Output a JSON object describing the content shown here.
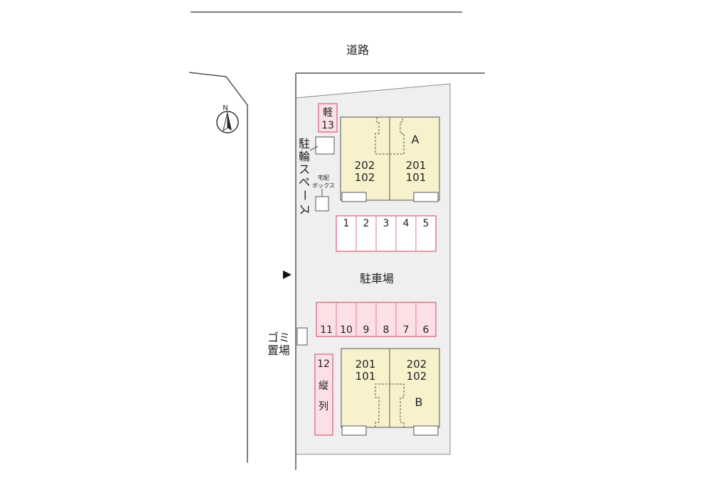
{
  "road_label": "道路",
  "north_label": "N",
  "kei_parking": {
    "line1": "軽",
    "line2": "13"
  },
  "bicycle_space_label": [
    "駐",
    "輪",
    "ス",
    "ペ",
    "ー",
    "ス"
  ],
  "delivery_box_label": {
    "line1": "宅配",
    "line2": "ボックス"
  },
  "parking_lot_label": "駐車場",
  "garbage_label": {
    "line1": "ゴミ",
    "line2": "置場"
  },
  "tandem_parking": {
    "number": "12",
    "line1": "縦",
    "line2": "列"
  },
  "top_slots": [
    "1",
    "2",
    "3",
    "4",
    "5"
  ],
  "bottom_slots": [
    "11",
    "10",
    "9",
    "8",
    "7",
    "6"
  ],
  "building_a": {
    "name": "A",
    "left_unit": {
      "upper": "202",
      "lower": "102"
    },
    "right_unit": {
      "upper": "201",
      "lower": "101"
    }
  },
  "building_b": {
    "name": "B",
    "left_unit": {
      "upper": "201",
      "lower": "101"
    },
    "right_unit": {
      "upper": "202",
      "lower": "102"
    }
  },
  "colors": {
    "lot_fill": "#efefef",
    "building_fill": "#f7f2cc",
    "slot_border": "#e07a8e",
    "slot_fill_bottom": "#fbe0e6",
    "line": "#555555"
  }
}
